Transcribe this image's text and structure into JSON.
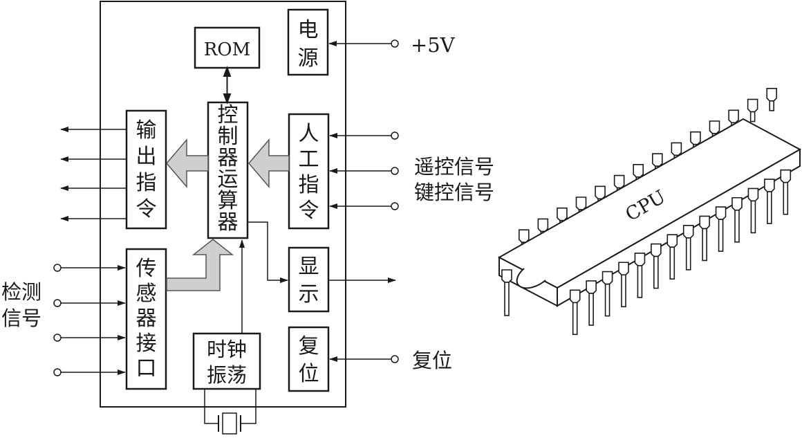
{
  "blocks": {
    "rom": "ROM",
    "power": [
      "电",
      "源"
    ],
    "controller": [
      "控",
      "制",
      "器",
      "运",
      "算",
      "器"
    ],
    "output": [
      "输",
      "出",
      "指",
      "令"
    ],
    "manual": [
      "人",
      "工",
      "指",
      "令"
    ],
    "sensor": [
      "传",
      "感",
      "器",
      "接",
      "口"
    ],
    "display": [
      "显",
      "示"
    ],
    "clock": [
      "时钟",
      "振荡"
    ],
    "reset": [
      "复",
      "位"
    ]
  },
  "labels": {
    "plus5v": "+5V",
    "remote": "遥控信号",
    "key": "键控信号",
    "detect_1": "检测",
    "detect_2": "信号",
    "reset": "复位"
  },
  "chip": {
    "label": "CPU"
  },
  "colors": {
    "line": "#1a1a1a",
    "arrow_fill": "#cfcfcf",
    "background": "#ffffff"
  }
}
